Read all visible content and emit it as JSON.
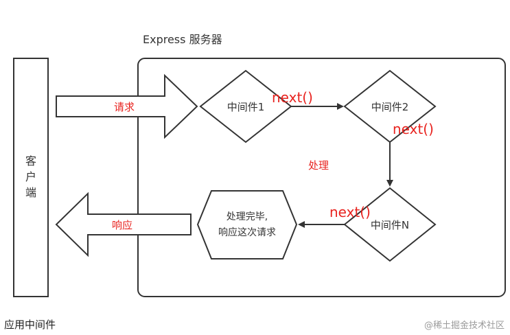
{
  "diagram": {
    "title": "Express 服务器",
    "client_label": "客户端",
    "request_label": "请求",
    "response_label": "响应",
    "middleware1": "中间件1",
    "middleware2": "中间件2",
    "middlewareN": "中间件N",
    "next_label": "next()",
    "processing_label": "处理",
    "done_line1": "处理完毕,",
    "done_line2": "响应这次请求"
  },
  "caption": "应用中间件",
  "watermark": "@稀土掘金技术社区",
  "colors": {
    "accent_red": "#e8231f",
    "stroke": "#333333",
    "arrow_fill": "#ffffff"
  }
}
